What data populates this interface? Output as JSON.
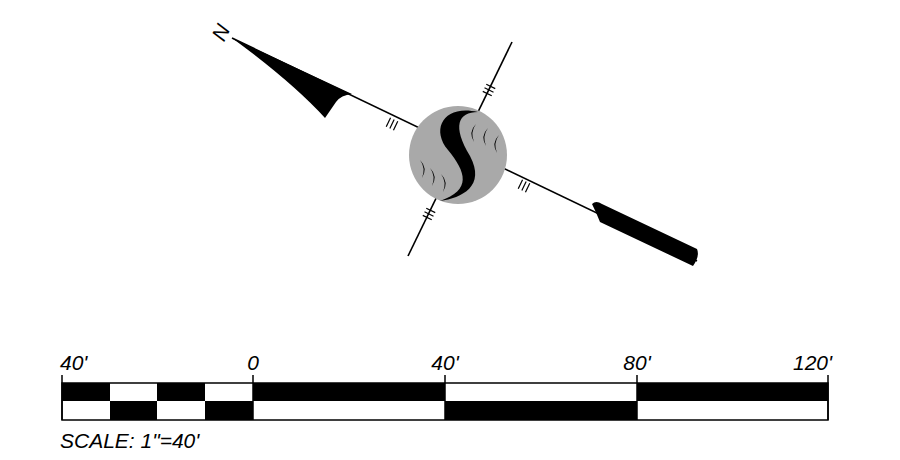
{
  "diagram": {
    "labels": [
      "N",
      "40'",
      "0",
      "40'",
      "80'",
      "120'",
      "SCALE: 1\"=40'"
    ]
  }
}
